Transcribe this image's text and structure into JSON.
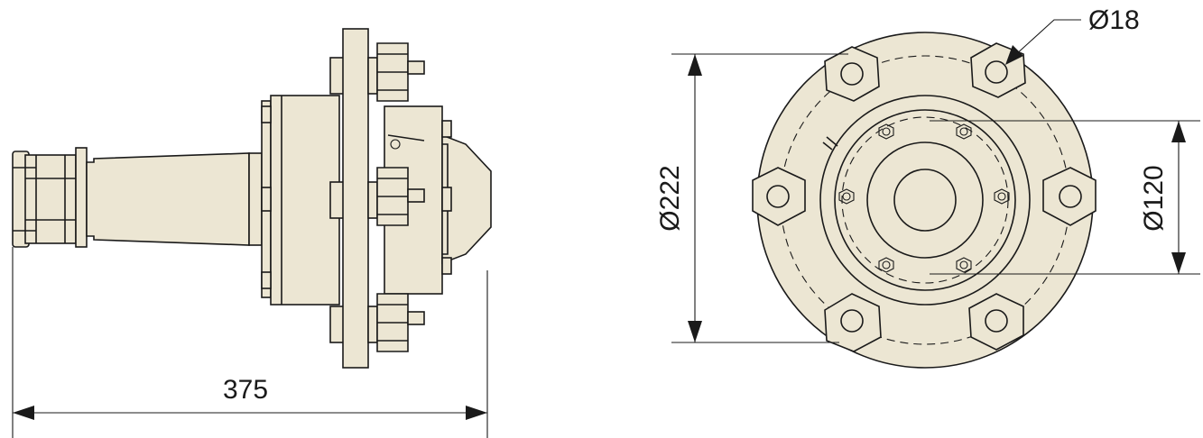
{
  "drawing": {
    "fill_color": "#ece6d3",
    "stroke_color": "#1a1a1a",
    "background": "#ffffff"
  },
  "dimensions": {
    "overall_length": "375",
    "flange_diameter": "Ø222",
    "bolt_circle_diameter": "Ø120",
    "bolt_hole_diameter": "Ø18"
  }
}
